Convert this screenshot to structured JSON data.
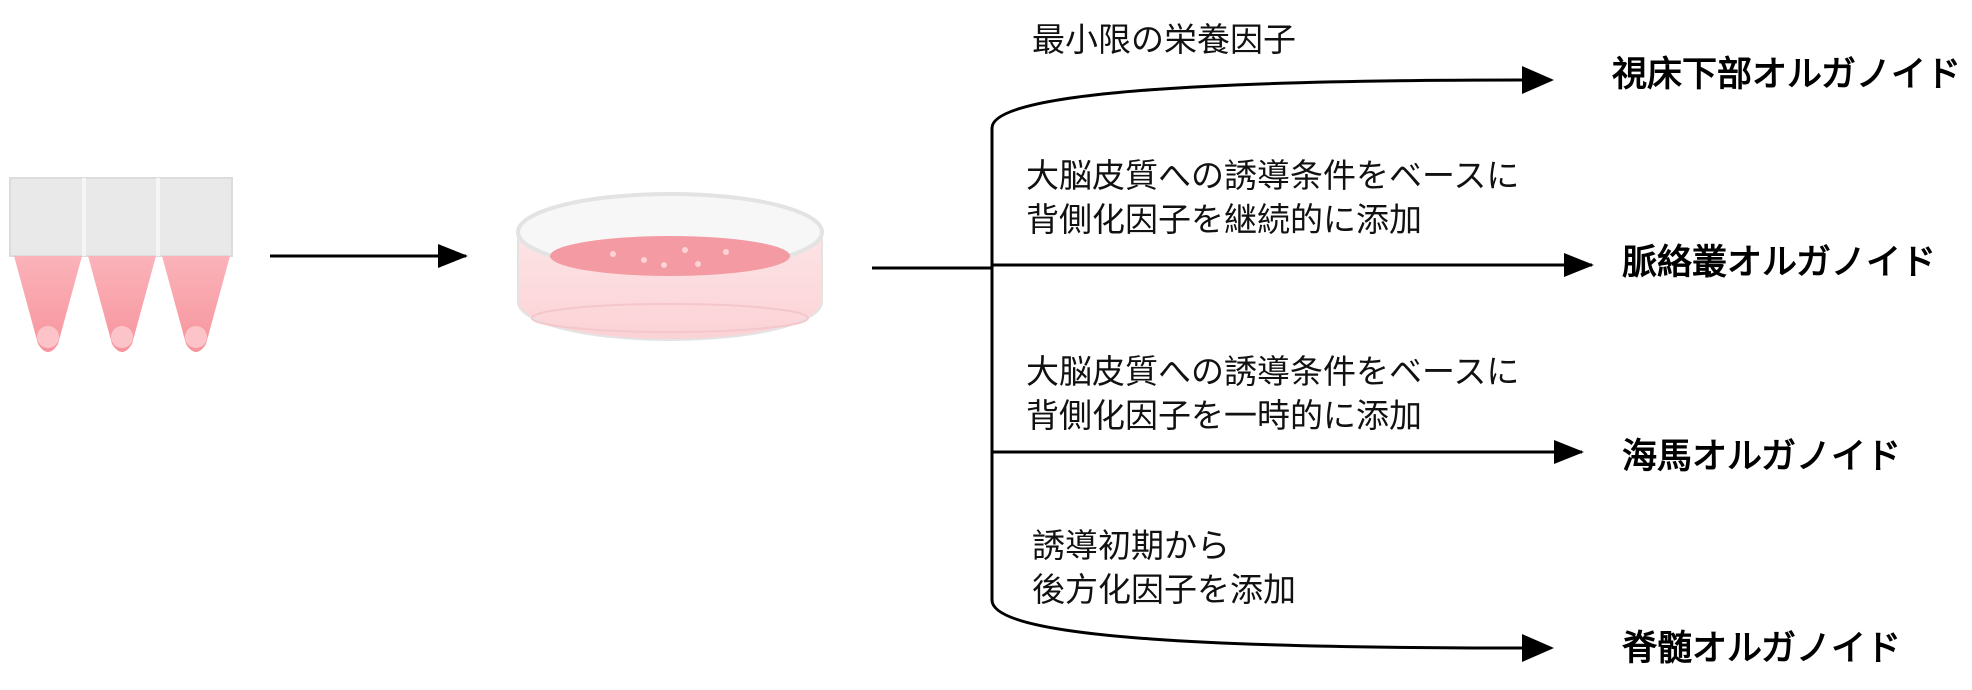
{
  "branches": [
    {
      "condition_lines": [
        "最小限の栄養因子"
      ],
      "target": "視床下部オルガノイド"
    },
    {
      "condition_lines": [
        "大脳皮質への誘導条件をベースに",
        "背側化因子を継続的に添加"
      ],
      "target": "脈絡叢オルガノイド"
    },
    {
      "condition_lines": [
        "大脳皮質への誘導条件をベースに",
        "背側化因子を一時的に添加"
      ],
      "target": "海馬オルガノイド"
    },
    {
      "condition_lines": [
        "誘導初期から",
        "後方化因子を添加"
      ],
      "target": "脊髄オルガノイド"
    }
  ],
  "colors": {
    "tube_cap": "#e8e8e8",
    "tube_liquid": "#f9a3ab",
    "dish_medium": "#f39aa2",
    "dish_rim": "#e6e6e6",
    "arrow": "#000000"
  },
  "icons": {
    "tubes": "culture-tubes-icon",
    "dish": "petri-dish-icon"
  }
}
